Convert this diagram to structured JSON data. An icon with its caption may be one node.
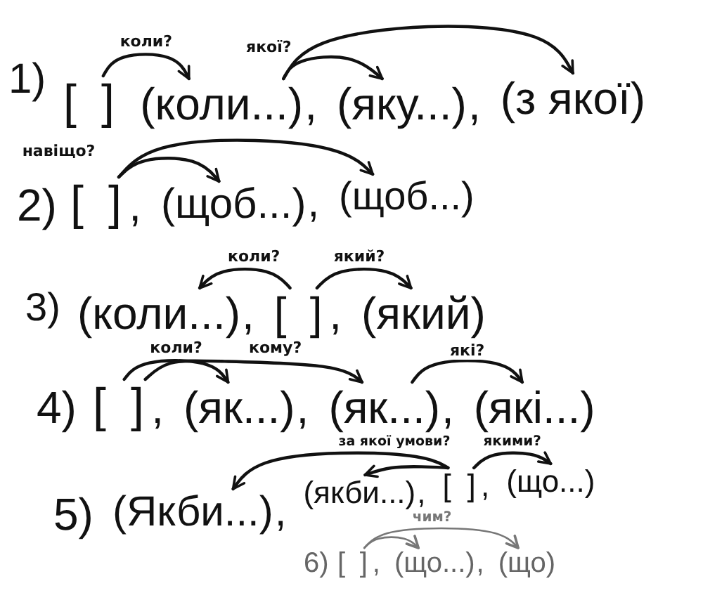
{
  "diagram": {
    "nodes": [
      {
        "text": [
          "[ ]"
        ]
      },
      {
        "text": [
          "(коли...)"
        ]
      },
      {
        "text": [
          "(яку...)"
        ]
      },
      {
        "text": [
          "(з якої)"
        ]
      },
      {
        "text": [
          "[ ]"
        ]
      },
      {
        "text": [
          "(щоб...)"
        ]
      },
      {
        "text": [
          "(щоб...)"
        ]
      },
      {
        "text": [
          "(коли...)"
        ]
      },
      {
        "text": [
          "[ ]"
        ]
      },
      {
        "text": [
          "(який)"
        ]
      },
      {
        "text": [
          "[ ]"
        ]
      },
      {
        "text": [
          "(як...)"
        ]
      },
      {
        "text": [
          "(як...)"
        ]
      },
      {
        "text": [
          "(які...)"
        ]
      },
      {
        "text": [
          "(Якби...)"
        ]
      },
      {
        "text": [
          "(якби...)"
        ]
      },
      {
        "text": [
          "[ ]"
        ]
      },
      {
        "text": [
          "(що...)"
        ]
      },
      {
        "text": [
          "[ ]"
        ]
      },
      {
        "text": [
          "(що...)"
        ]
      },
      {
        "text": [
          "(що)"
        ]
      }
    ],
    "edges": [
      {
        "from": 0,
        "to": 1,
        "arrow": "to",
        "label": "коли?"
      },
      {
        "from": 1,
        "to": 2,
        "arrow": "to",
        "label": "якої?"
      },
      {
        "from": 1,
        "to": 3,
        "arrow": "to"
      },
      {
        "from": 4,
        "to": 5,
        "arrow": "to",
        "label": "навіщо?"
      },
      {
        "from": 4,
        "to": 6,
        "arrow": "to"
      },
      {
        "from": 8,
        "to": 7,
        "arrow": "to",
        "label": "коли?"
      },
      {
        "from": 8,
        "to": 9,
        "arrow": "to",
        "label": "який?"
      },
      {
        "from": 10,
        "to": 11,
        "arrow": "to",
        "label": "коли?"
      },
      {
        "from": 10,
        "to": 12,
        "arrow": "to",
        "label": "кому?"
      },
      {
        "from": 12,
        "to": 13,
        "arrow": "to",
        "label": "які?"
      },
      {
        "from": 16,
        "to": 14,
        "arrow": "to",
        "label": "за якої умови?"
      },
      {
        "from": 16,
        "to": 15,
        "arrow": "to"
      },
      {
        "from": 16,
        "to": 17,
        "arrow": "to",
        "label": "якими?"
      },
      {
        "from": 18,
        "to": 19,
        "arrow": "to",
        "label": "чим?",
        "color": "#777777"
      },
      {
        "from": 18,
        "to": 20,
        "arrow": "to",
        "color": "#777777"
      }
    ],
    "labels": [
      "1)",
      ",",
      ",",
      "2)",
      ",",
      ",",
      "3)",
      ",",
      ",",
      "4)",
      ",",
      ",",
      ",",
      "5)",
      ",",
      ",",
      ",",
      "6)",
      ",",
      ","
    ]
  }
}
